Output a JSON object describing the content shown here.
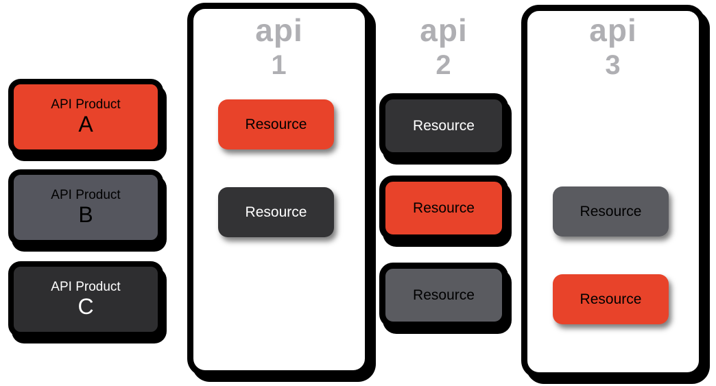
{
  "colors": {
    "background": "#FFFFFF",
    "orange": "#E8432A",
    "dark": "#333335",
    "darker": "#2E2E30",
    "gray": "#5A5B60",
    "gray_b": "#55565E",
    "api_label": "#AFAFB3",
    "outline": "#000000"
  },
  "products": [
    {
      "name_line1": "API Product",
      "name_line2": "A",
      "fill": "#E8432A",
      "text_color": "#000000"
    },
    {
      "name_line1": "API Product",
      "name_line2": "B",
      "fill": "#55565E",
      "text_color": "#000000"
    },
    {
      "name_line1": "API Product",
      "name_line2": "C",
      "fill": "#2E2E30",
      "text_color": "#FFFFFF"
    }
  ],
  "apis": [
    {
      "label": "api",
      "number": "1",
      "has_container": true,
      "resources": [
        {
          "label": "Resource",
          "fill": "#E8432A",
          "text_color": "#000000",
          "outlined": false
        },
        {
          "label": "Resource",
          "fill": "#333335",
          "text_color": "#FFFFFF",
          "outlined": false
        }
      ]
    },
    {
      "label": "api",
      "number": "2",
      "has_container": false,
      "resources": [
        {
          "label": "Resource",
          "fill": "#333335",
          "text_color": "#FFFFFF",
          "outlined": true
        },
        {
          "label": "Resource",
          "fill": "#E8432A",
          "text_color": "#000000",
          "outlined": true
        },
        {
          "label": "Resource",
          "fill": "#5A5B60",
          "text_color": "#000000",
          "outlined": true
        }
      ]
    },
    {
      "label": "api",
      "number": "3",
      "has_container": true,
      "resources": [
        {
          "label": "Resource",
          "fill": "#5A5B60",
          "text_color": "#000000",
          "outlined": false
        },
        {
          "label": "Resource",
          "fill": "#E8432A",
          "text_color": "#000000",
          "outlined": false
        }
      ]
    }
  ]
}
